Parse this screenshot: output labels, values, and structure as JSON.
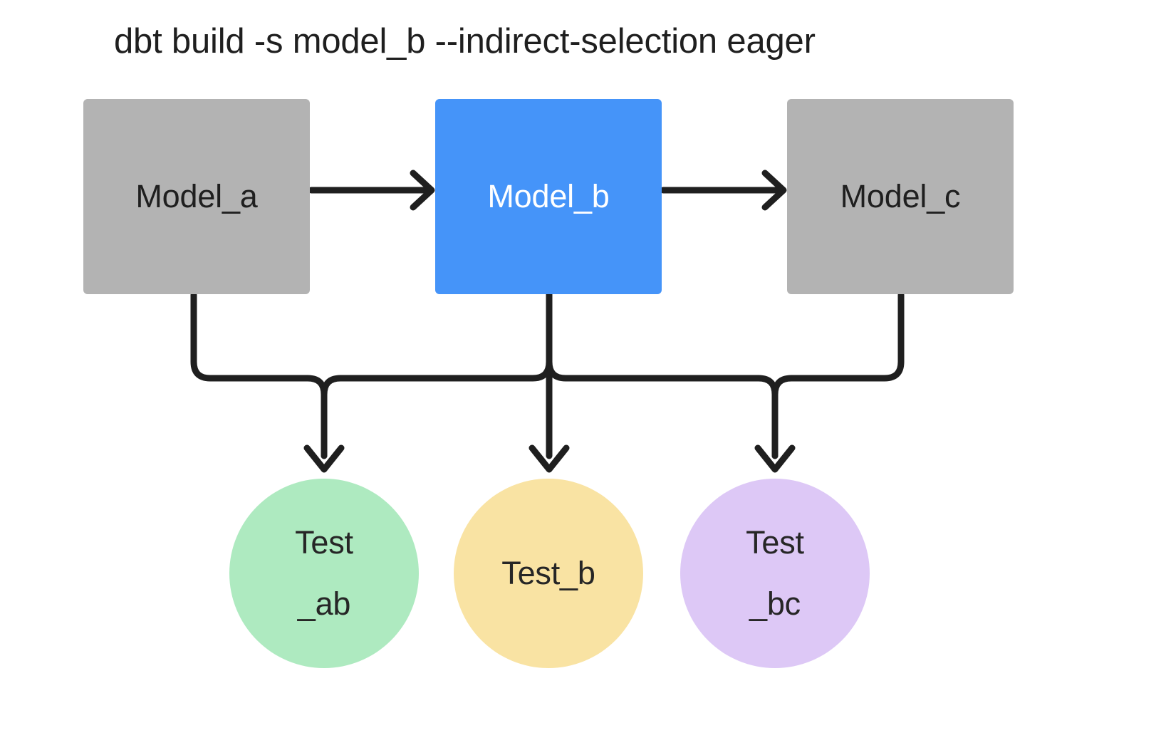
{
  "diagram": {
    "type": "dag",
    "title": "dbt build -s model_b --indirect-selection eager",
    "background": "#ffffff",
    "edge_color": "#1f1f1f",
    "edge_width": 9,
    "nodes": [
      {
        "id": "model_a",
        "label": "Model_a",
        "shape": "rect",
        "fill": "#b3b3b3",
        "text_color": "#1f1f1f",
        "selected": false
      },
      {
        "id": "model_b",
        "label": "Model_b",
        "shape": "rect",
        "fill": "#4594f9",
        "text_color": "#ffffff",
        "selected": true
      },
      {
        "id": "model_c",
        "label": "Model_c",
        "shape": "rect",
        "fill": "#b3b3b3",
        "text_color": "#1f1f1f",
        "selected": false
      },
      {
        "id": "test_ab",
        "label": "Test\n_ab",
        "shape": "circle",
        "fill": "#aeeac0",
        "text_color": "#262626",
        "selected": false
      },
      {
        "id": "test_b",
        "label": "Test_b",
        "shape": "circle",
        "fill": "#f9e3a3",
        "text_color": "#262626",
        "selected": false
      },
      {
        "id": "test_bc",
        "label": "Test\n_bc",
        "shape": "circle",
        "fill": "#ddc8f6",
        "text_color": "#262626",
        "selected": false
      }
    ],
    "edges": [
      {
        "from": "model_a",
        "to": "model_b",
        "style": "straight-right"
      },
      {
        "from": "model_b",
        "to": "model_c",
        "style": "straight-right"
      },
      {
        "from": "model_a",
        "to": "test_ab",
        "style": "elbow-down"
      },
      {
        "from": "model_b",
        "to": "test_ab",
        "style": "elbow-down"
      },
      {
        "from": "model_b",
        "to": "test_b",
        "style": "straight-down"
      },
      {
        "from": "model_b",
        "to": "test_bc",
        "style": "elbow-down"
      },
      {
        "from": "model_c",
        "to": "test_bc",
        "style": "elbow-down"
      }
    ]
  }
}
